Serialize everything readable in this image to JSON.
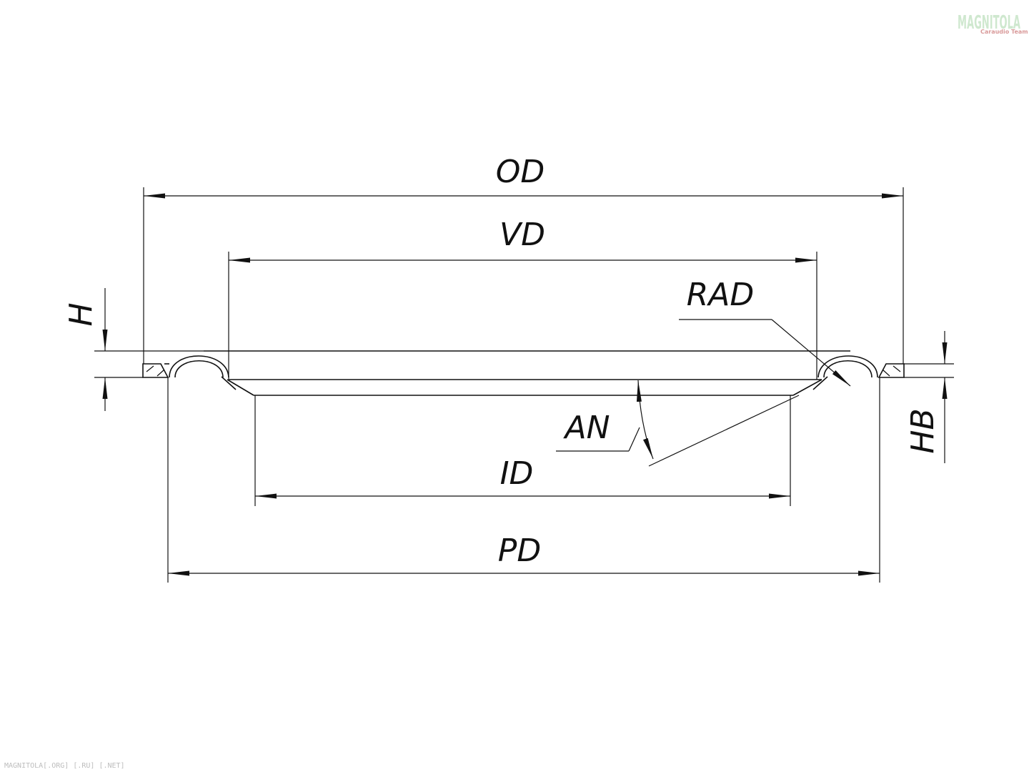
{
  "labels": {
    "od": "OD",
    "vd": "VD",
    "rad": "RAD",
    "h": "H",
    "an": "AN",
    "id": "ID",
    "pd": "PD",
    "hb": "HB"
  },
  "watermark": {
    "logo": "MAGNITOLA",
    "sub": "Caraudio Team",
    "footer": "MAGNITOLA[.ORG] [.RU] [.NET]"
  },
  "colors": {
    "line": "#111111",
    "watermark_logo": "#cfe8cf",
    "watermark_sub": "#d99a9a"
  }
}
